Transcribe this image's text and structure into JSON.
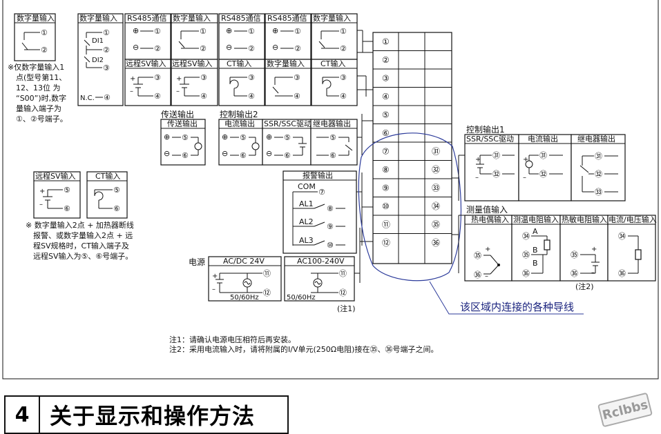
{
  "top_row": {
    "box1": {
      "title": "数字量输入",
      "n1": "①",
      "n2": "②"
    },
    "box2": {
      "title": "数字量输入",
      "di1": "DI1",
      "di2": "DI2",
      "nc": "N.C.",
      "n1": "①",
      "n2": "②",
      "n3": "③",
      "n4": "④"
    },
    "box3": {
      "title": "RS485通信",
      "plus": "⊕",
      "minus": "⊖",
      "n1": "①",
      "n2": "②"
    },
    "box4": {
      "title": "数字量输入",
      "n1": "①",
      "n2": "②"
    },
    "box5": {
      "title": "RS485通信",
      "plus": "⊕",
      "minus": "⊖",
      "n1": "①",
      "n2": "②"
    },
    "box6": {
      "title": "RS485通信",
      "plus": "⊕",
      "minus": "⊖",
      "n1": "①",
      "n2": "②"
    },
    "box7": {
      "title": "数字量输入",
      "n1": "①",
      "n2": "②"
    },
    "row2_1": {
      "title": "远程SV输入",
      "n3": "③",
      "n4": "④",
      "plus": "+",
      "minus": "–"
    },
    "row2_2": {
      "title": "远程SV输入",
      "n3": "③",
      "n4": "④",
      "plus": "+",
      "minus": "–"
    },
    "row2_3": {
      "title": "CT输入",
      "n3": "③",
      "n4": "④"
    },
    "row2_4": {
      "title": "数字量输入",
      "n3": "③",
      "n4": "④"
    },
    "row2_5": {
      "title": "CT输入",
      "n3": "③",
      "n4": "④"
    }
  },
  "note1": [
    "※仅数字量输入1",
    "点(型号第11、",
    "12、13位 为",
    "“S00”)时,数字",
    "量输入端子为",
    "①、②号端子。"
  ],
  "transfer": {
    "group_label": "传送输出",
    "title": "传送输出",
    "plus": "⊕",
    "minus": "⊖",
    "n5": "⑤",
    "n6": "⑥"
  },
  "control2": {
    "group_label": "控制输出2",
    "current": {
      "title": "电流输出",
      "plus": "⊕",
      "minus": "⊖",
      "n5": "⑤",
      "n6": "⑥"
    },
    "ssr": {
      "title": "SSR/SSC驱动",
      "plus": "⊕",
      "minus": "⊖",
      "n5": "⑤",
      "n6": "⑥"
    },
    "relay": {
      "title": "继电器输出",
      "n5": "⑤",
      "n6": "⑥"
    }
  },
  "mid_left": {
    "sv": {
      "title": "远程SV输入",
      "plus": "+",
      "minus": "–",
      "n5": "⑤",
      "n6": "⑥"
    },
    "ct": {
      "title": "CT输入",
      "n5": "⑤",
      "n6": "⑥"
    }
  },
  "note2": [
    "※ 数字量输入2点 + 加热器断线",
    "报警、或数字量输入2点 + 远",
    "程SV规格时，CT输入端子及",
    "远程SV输入为⑤、⑥号端子。"
  ],
  "alarm": {
    "group_label": "报警输出",
    "com": "COM",
    "al1": "AL1",
    "al2": "AL2",
    "al3": "AL3",
    "n7": "⑦",
    "n8": "⑧",
    "n9": "⑨",
    "n10": "⑩"
  },
  "power": {
    "label": "电源",
    "dc": {
      "title": "AC/DC 24V",
      "plus": "+",
      "minus": "–",
      "freq": "50/60Hz",
      "n11": "⑪",
      "n12": "⑫"
    },
    "ac": {
      "title": "AC100-240V",
      "freq": "50/60Hz",
      "n11": "⑪",
      "n12": "⑫"
    },
    "note_ref": "(注1)"
  },
  "terminal_block": {
    "left": [
      "①",
      "②",
      "③",
      "④",
      "⑤",
      "⑥",
      "⑦",
      "⑧",
      "⑨",
      "⑩",
      "⑪",
      "⑫"
    ],
    "right": [
      "㉛",
      "㉜",
      "㉝",
      "㉞",
      "㉟",
      "㊱"
    ]
  },
  "control1": {
    "group_label": "控制输出1",
    "ssr": {
      "title": "SSR/SSC驱动",
      "plus": "+",
      "minus": "–",
      "n31": "㉛",
      "n32": "㉜"
    },
    "current": {
      "title": "电流输出",
      "plus": "+",
      "minus": "–",
      "n31": "㉛",
      "n32": "㉜"
    },
    "relay": {
      "title": "继电器输出",
      "n31": "㉛",
      "n32": "㉜",
      "n33": "㉝"
    }
  },
  "measure": {
    "group_label": "测量值输入",
    "tc": {
      "title": "热电偶输入",
      "plus": "+",
      "minus": "–",
      "n35": "㉟",
      "n36": "㊱"
    },
    "rtd": {
      "title": "测温电阻输入",
      "a": "A",
      "b1": "B",
      "b2": "B",
      "n34": "㉞",
      "n35": "㉟",
      "n36": "㊱"
    },
    "thermistor": {
      "title": "热敏电阻输入",
      "plus": "+",
      "minus": "–",
      "n35": "㉟",
      "n36": "㊱",
      "note": "(注2)"
    },
    "cv": {
      "title": "电流/电压输入",
      "n34": "㉞",
      "n36": "㊱"
    }
  },
  "callout": "该区域内连接的各种导线",
  "notes_bottom": [
    "注1：请确认电源电压相符后再安装。",
    "注2：采用电流输入时，请将附属的I/V单元(250Ω电阻)接在㉟、㊱号端子之间。"
  ],
  "section": {
    "number": "4",
    "title": "关于显示和操作方法"
  },
  "logo_text": "Rclbbs",
  "colors": {
    "line": "#111111",
    "callout_curve": "#2b3a9a",
    "callout_text": "#1a237e"
  }
}
